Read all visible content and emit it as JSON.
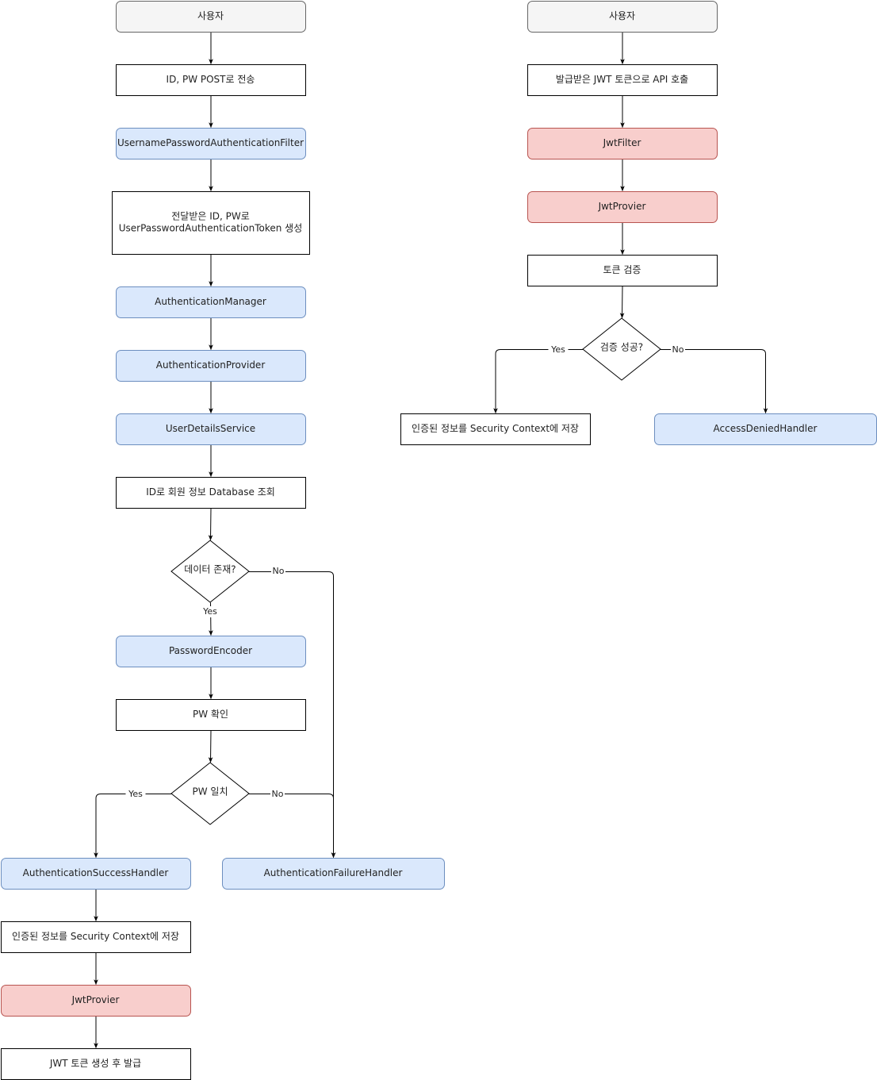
{
  "colors": {
    "gray_fill": "#f5f5f5",
    "gray_stroke": "#666666",
    "blue_fill": "#dae8fc",
    "blue_stroke": "#6c8ebf",
    "red_fill": "#f8cecc",
    "red_stroke": "#b85450",
    "plain_fill": "#ffffff",
    "plain_stroke": "#000000",
    "edge": "#000000"
  },
  "nodes": {
    "l_user": {
      "lines": [
        "사용자"
      ]
    },
    "l_post": {
      "lines": [
        "ID, PW POST로 전송"
      ]
    },
    "l_filter": {
      "lines": [
        "UsernamePasswordAuthenticationFilter"
      ]
    },
    "l_token": {
      "lines": [
        "전달받은 ID, PW로",
        "UserPasswordAuthenticationToken 생성"
      ]
    },
    "l_manager": {
      "lines": [
        "AuthenticationManager"
      ]
    },
    "l_provider": {
      "lines": [
        "AuthenticationProvider"
      ]
    },
    "l_uds": {
      "lines": [
        "UserDetailsService"
      ]
    },
    "l_db": {
      "lines": [
        "ID로 회원 정보 Database 조회"
      ]
    },
    "l_exist": {
      "lines": [
        "데이터 존재?"
      ]
    },
    "l_encoder": {
      "lines": [
        "PasswordEncoder"
      ]
    },
    "l_pwcheck": {
      "lines": [
        "PW 확인"
      ]
    },
    "l_match": {
      "lines": [
        "PW 일치"
      ]
    },
    "l_success": {
      "lines": [
        "AuthenticationSuccessHandler"
      ]
    },
    "l_failure": {
      "lines": [
        "AuthenticationFailureHandler"
      ]
    },
    "l_context": {
      "lines": [
        "인증된 정보를 Security Context에 저장"
      ]
    },
    "l_jwtprov": {
      "lines": [
        "JwtProvier"
      ]
    },
    "l_issue": {
      "lines": [
        "JWT 토큰 생성 후 발급"
      ]
    },
    "r_user": {
      "lines": [
        "사용자"
      ]
    },
    "r_call": {
      "lines": [
        "발급받은 JWT 토큰으로 API 호출"
      ]
    },
    "r_filter": {
      "lines": [
        "JwtFilter"
      ]
    },
    "r_prov": {
      "lines": [
        "JwtProvier"
      ]
    },
    "r_verify": {
      "lines": [
        "토큰 검증"
      ]
    },
    "r_ok": {
      "lines": [
        "검증 성공?"
      ]
    },
    "r_context": {
      "lines": [
        "인증된 정보를 Security Context에 저장"
      ]
    },
    "r_denied": {
      "lines": [
        "AccessDeniedHandler"
      ]
    }
  },
  "edge_labels": {
    "l_exist_yes": "Yes",
    "l_exist_no": "No",
    "l_match_yes": "Yes",
    "l_match_no": "No",
    "r_ok_yes": "Yes",
    "r_ok_no": "No"
  }
}
